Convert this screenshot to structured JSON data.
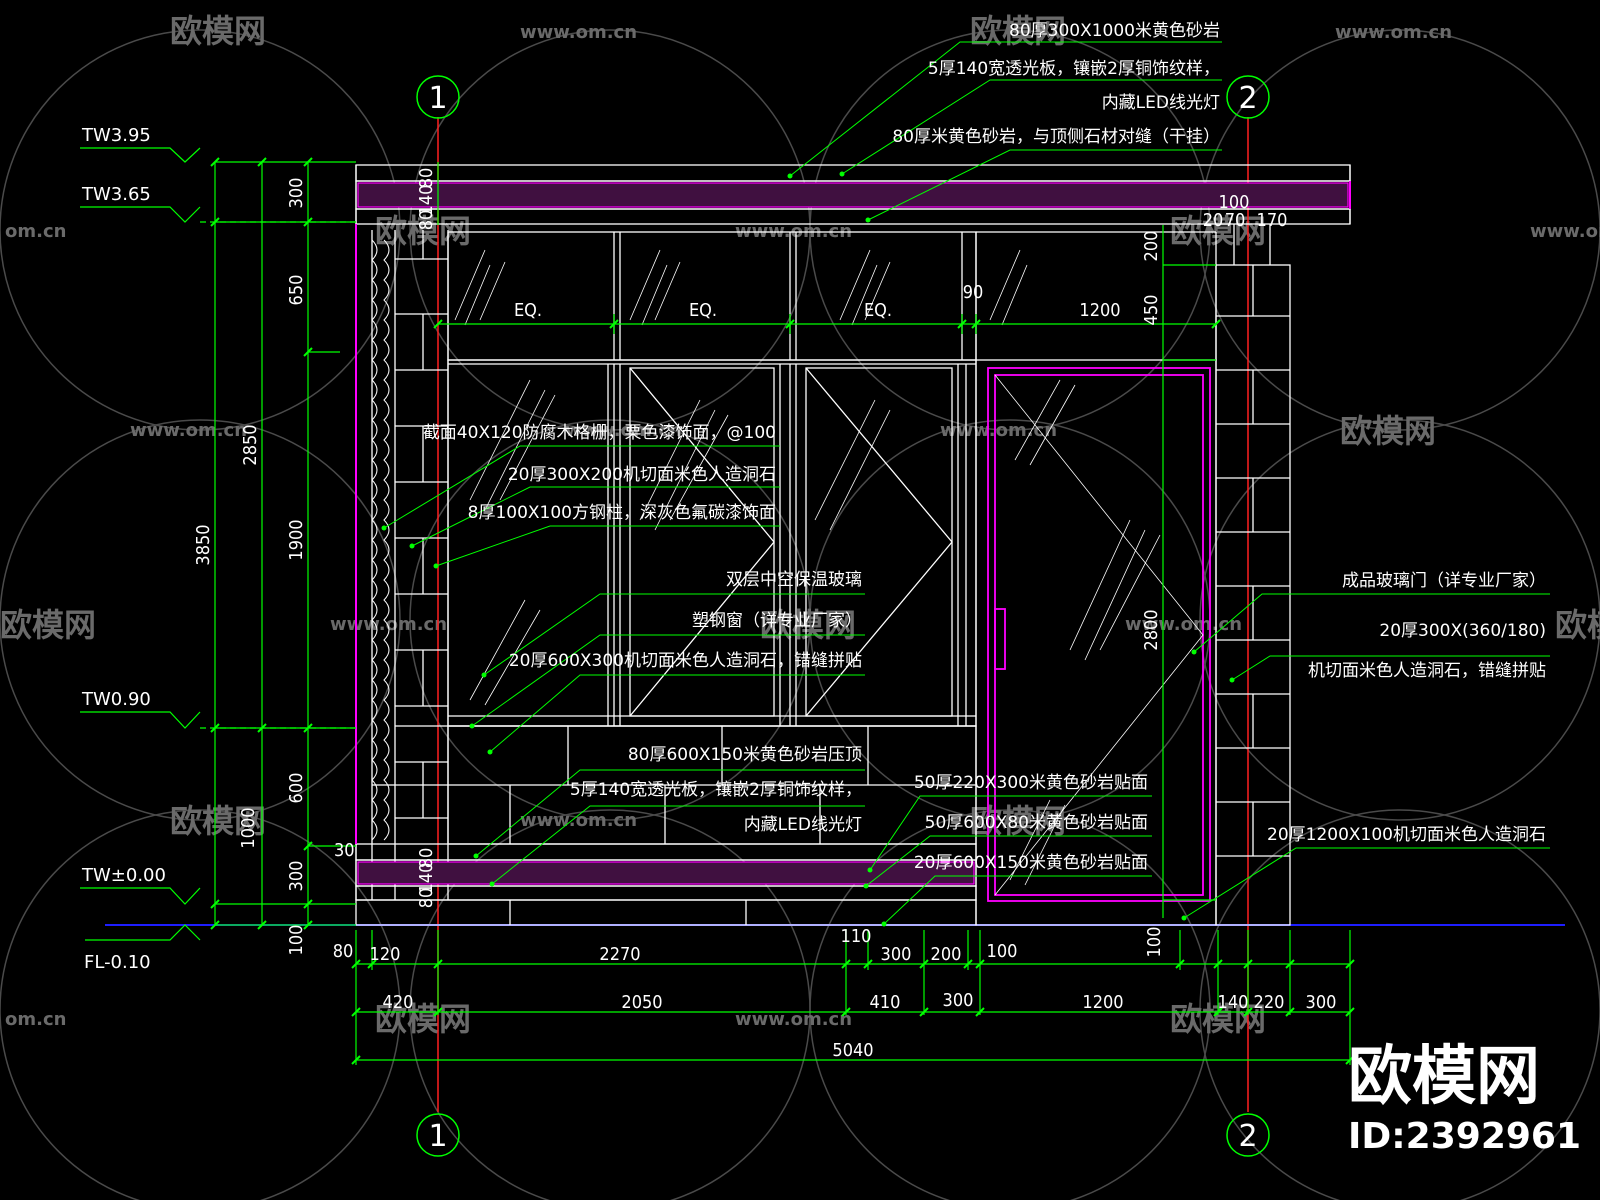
{
  "axes": {
    "left": "1",
    "right": "2"
  },
  "levels": [
    {
      "id": "tw395",
      "label": "TW3.95"
    },
    {
      "id": "tw365",
      "label": "TW3.65"
    },
    {
      "id": "tw090",
      "label": "TW0.90"
    },
    {
      "id": "tw000",
      "label": "TW±0.00"
    },
    {
      "id": "fl",
      "label": "FL-0.10"
    }
  ],
  "dims": {
    "left_outer": "3850",
    "left_mid": "2850",
    "left_inner": [
      "300",
      "650",
      "1900",
      "600",
      "300",
      "100"
    ],
    "left_extra": [
      "1000",
      "30"
    ],
    "roof_small": [
      "80",
      "140",
      "80"
    ],
    "base_small": [
      "80",
      "140",
      "80"
    ],
    "bottom_row1": [
      "80",
      "120",
      "2270",
      "110",
      "300",
      "200",
      "100",
      "100"
    ],
    "bottom_row2": [
      "420",
      "2050",
      "410",
      "300",
      "1200",
      "140",
      "220",
      "300"
    ],
    "bottom_total": "5040",
    "top_row": [
      "EQ.",
      "EQ.",
      "EQ.",
      "90",
      "1200"
    ],
    "right_top": [
      "100",
      "20",
      "70",
      "170",
      "200",
      "450"
    ],
    "door_height": "2800"
  },
  "notes": {
    "n1": "80厚300X1000米黄色砂岩",
    "n2a": "5厚140宽透光板，镶嵌2厚铜饰纹样，",
    "n2b": "内藏LED线光灯",
    "n3": "80厚米黄色砂岩，与顶侧石材对缝（干挂）",
    "n4": "截面40X120防腐木格栅，栗色漆饰面，@100",
    "n5": "20厚300X200机切面米色人造洞石",
    "n6": "8厚100X100方钢柱，深灰色氟碳漆饰面",
    "n7": "双层中空保温玻璃",
    "n8": "塑钢窗（详专业厂家）",
    "n9": "20厚600X300机切面米色人造洞石，错缝拼贴",
    "n10": "80厚600X150米黄色砂岩压顶",
    "n11a": "5厚140宽透光板，镶嵌2厚铜饰纹样，",
    "n11b": "内藏LED线光灯",
    "n12": "50厚220X300米黄色砂岩贴面",
    "n13": "50厚600X80米黄色砂岩贴面",
    "n14": "20厚600X150米黄色砂岩贴面",
    "n15": "成品玻璃门（详专业厂家）",
    "n16a": "20厚300X(360/180)",
    "n16b": "机切面米色人造洞石，错缝拼贴",
    "n17": "20厚1200X100机切面米色人造洞石"
  },
  "watermark": {
    "brand": "欧模网",
    "url": "www.om.cn",
    "url_short": "om.cn",
    "id": "ID:2392961"
  },
  "colors": {
    "bg": "#000000",
    "line": "#ffffff",
    "leader": "#00ff00",
    "axis": "#ff2020",
    "magenta": "#ff00ff",
    "ground": "#1e1eff"
  }
}
